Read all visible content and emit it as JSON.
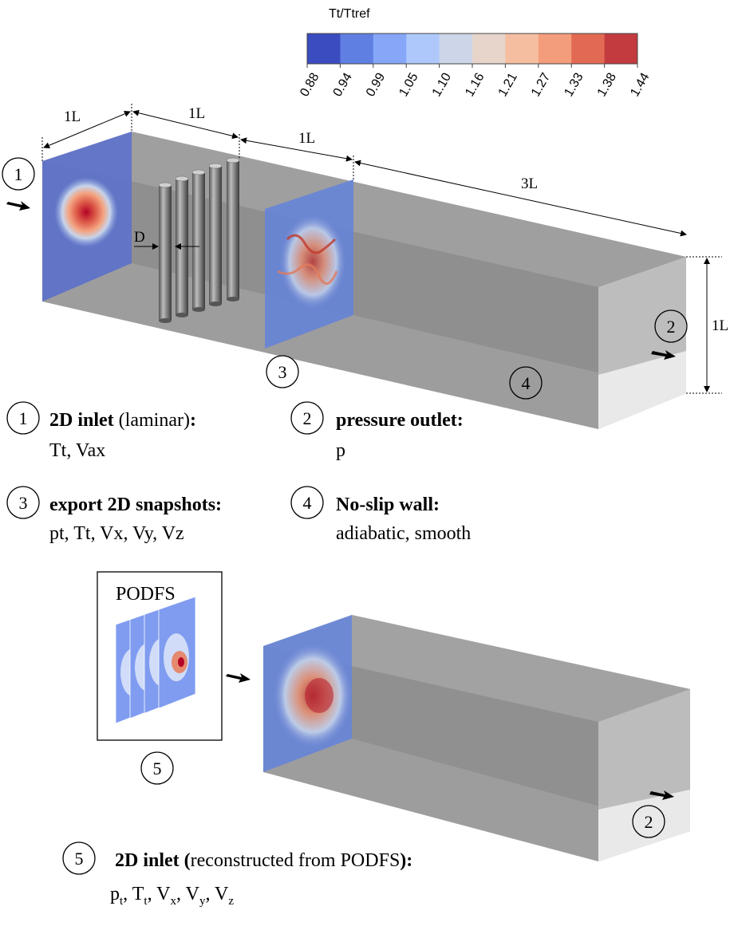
{
  "colorbar": {
    "title": "Tt/Ttref",
    "ticks": [
      "0.88",
      "0.94",
      "0.99",
      "1.05",
      "1.10",
      "1.16",
      "1.21",
      "1.27",
      "1.33",
      "1.38",
      "1.44"
    ],
    "colors": [
      "#3b4cc0",
      "#5f7fe2",
      "#86a6f7",
      "#aec8fb",
      "#ccd6e8",
      "#e7d5cb",
      "#f6bea1",
      "#f49d7d",
      "#e36a52",
      "#c33b3f"
    ]
  },
  "dimensions": {
    "first": "1L",
    "second": "1L",
    "third": "1L",
    "fourth": "3L",
    "height": "1L",
    "diameter": "D"
  },
  "markers": {
    "m1": "1",
    "m2": "2",
    "m3": "3",
    "m4": "4",
    "m5": "5"
  },
  "legend": {
    "item1": {
      "bold": "2D inlet",
      "rest": " (laminar)",
      "end": ":",
      "vars": "Tt, Vax"
    },
    "item2": {
      "bold": "pressure outlet:",
      "vars": "p"
    },
    "item3": {
      "bold": "export 2D snapshots:",
      "vars": "pt, Tt, Vx, Vy, Vz"
    },
    "item4": {
      "bold": "No-slip wall:",
      "vars": "adiabatic, smooth"
    },
    "item5": {
      "bold": "2D inlet (",
      "rest": "reconstructed from PODFS",
      "end": "):",
      "vars": [
        {
          "base": "p",
          "sub": "t"
        },
        {
          "base": "T",
          "sub": "t"
        },
        {
          "base": "V",
          "sub": "x"
        },
        {
          "base": "V",
          "sub": "y"
        },
        {
          "base": "V",
          "sub": "z"
        }
      ]
    }
  },
  "podfs_label": "PODFS"
}
